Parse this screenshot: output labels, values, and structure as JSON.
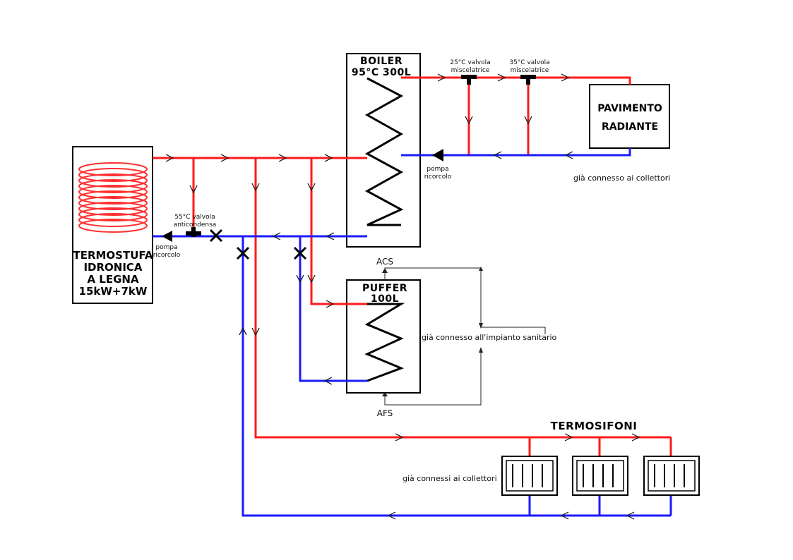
{
  "colors": {
    "hot": "#ff1a1a",
    "cold": "#1a1aff"
  },
  "stove": {
    "title": [
      "TERMOSTUFA",
      "IDRONICA",
      "A LEGNA",
      "15kW+7kW"
    ],
    "pump": [
      "pompa",
      "ricorcolo"
    ],
    "valve": [
      "55°C valvola",
      "anticondensa"
    ]
  },
  "boiler": {
    "title": [
      "BOILER",
      "95°C 300L"
    ],
    "pump": [
      "pompa",
      "ricorcolo"
    ]
  },
  "valves": {
    "v25": [
      "25°C valvola",
      "miscelatrice"
    ],
    "v35": [
      "35°C valvola",
      "miscelatrice"
    ]
  },
  "floor": {
    "title": [
      "PAVIMENTO",
      "RADIANTE"
    ],
    "note": "già connesso ai collettori"
  },
  "puffer": {
    "title": [
      "PUFFER",
      "100L"
    ],
    "acs": "ACS",
    "afs": "AFS",
    "note": "già connesso all'impianto sanitario"
  },
  "radiators": {
    "title": "TERMOSIFONI",
    "note": "già connessi ai collettori"
  }
}
